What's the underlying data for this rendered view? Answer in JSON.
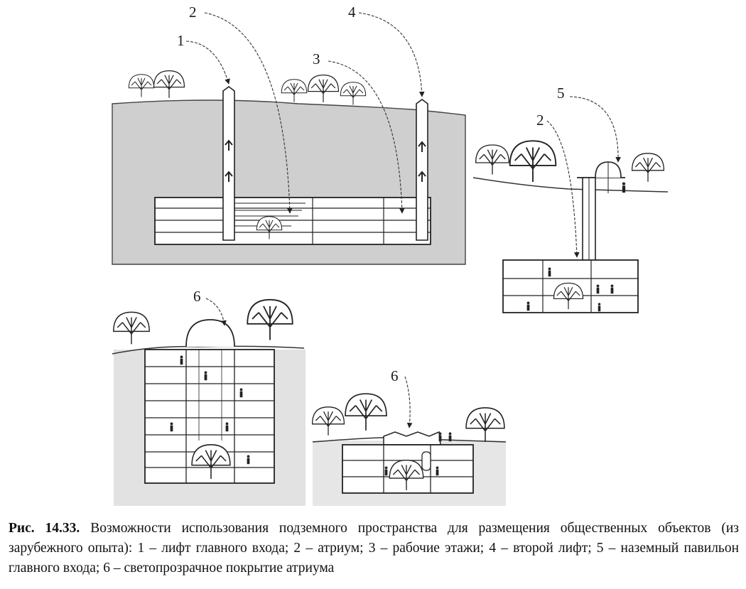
{
  "figure": {
    "panel_a_labels": [
      "1",
      "2",
      "3",
      "4"
    ],
    "panel_b_labels": [
      "5",
      "2"
    ],
    "panel_c_label": "6",
    "panel_d_label": "6"
  },
  "caption": {
    "figure_number": "Рис. 14.33.",
    "text": " Возможности использования подземного пространства для размещения общественных объектов (из зарубежного опыта): 1 – лифт главного входа; 2 – атриум; 3 – рабочие этажи; 4 – второй лифт; 5 – наземный павильон главного входа; 6 – светопрозрачное покрытие атриума"
  }
}
